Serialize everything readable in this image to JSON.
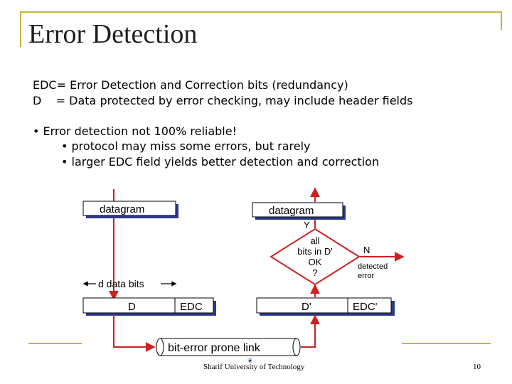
{
  "slide": {
    "title": "Error Detection",
    "lines": [
      "EDC= Error Detection and Correction bits (redundancy)",
      "D    = Data protected by error checking, may include header fields"
    ],
    "bullet_main": "• Error detection not 100% reliable!",
    "bullets_sub": [
      "• protocol may miss some errors, but rarely",
      "• larger EDC field yields better detection and correction"
    ],
    "footer": "Sharif University of Technology",
    "page_number": "10"
  },
  "diagram": {
    "left_datagram": "datagram",
    "right_datagram": "datagram",
    "d_data_bits": "d data bits",
    "left_d": "D",
    "left_edc": "EDC",
    "right_d": "D'",
    "right_edc": "EDC'",
    "link": "bit-error prone link",
    "y_label": "Y",
    "n_label": "N",
    "diamond_line1": "all",
    "diamond_line2": "bits in D'",
    "diamond_line3": "OK",
    "diamond_line4": "?",
    "detected_line1": "detected",
    "detected_line2": "error"
  },
  "colors": {
    "frame": "#c8b43c",
    "arrow": "#cc2222",
    "box_shadow": "#2c3a8c"
  }
}
